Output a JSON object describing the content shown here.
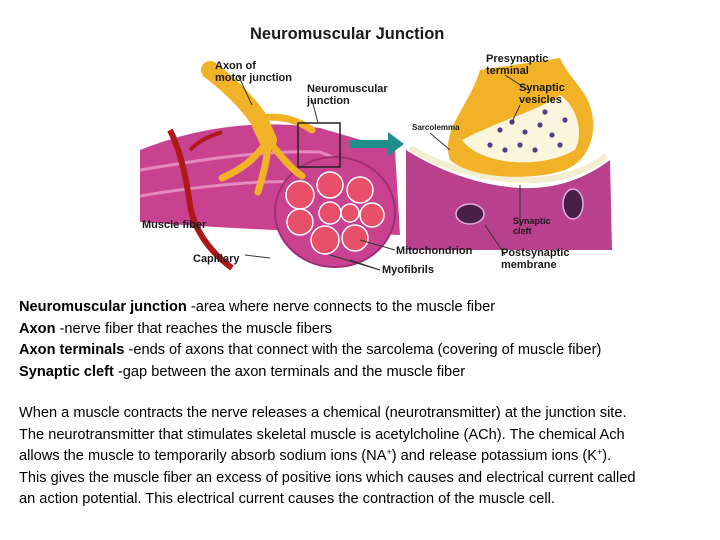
{
  "diagram": {
    "title": "Neuromuscular Junction",
    "labels": {
      "axon_motor_junction_1": "Axon of",
      "axon_motor_junction_2": "motor junction",
      "neuromuscular_junction_1": "Neuromuscular",
      "neuromuscular_junction_2": "junction",
      "presynaptic_terminal_1": "Presynaptic",
      "presynaptic_terminal_2": "terminal",
      "synaptic_vesicles_1": "Synaptic",
      "synaptic_vesicles_2": "vesicles",
      "sarcolemma": "Sarcolemma",
      "synaptic_cleft_1": "Synaptic",
      "synaptic_cleft_2": "cleft",
      "muscle_fiber": "Muscle fiber",
      "capillary": "Capillary",
      "mitochondrion": "Mitochondrion",
      "postsynaptic_membrane_1": "Postsynaptic",
      "postsynaptic_membrane_2": "membrane",
      "myofibrils": "Myofibrils"
    }
  },
  "definitions": [
    {
      "term": "Neuromuscular junction",
      "text": " -area where nerve connects to the muscle fiber"
    },
    {
      "term": "Axon",
      "text": " -nerve fiber that reaches the muscle fibers"
    },
    {
      "term": "Axon terminals",
      "text": " -ends of axons that connect with the sarcolema (covering of muscle fiber)"
    },
    {
      "term": "Synaptic cleft",
      "text": " -gap between the axon terminals and the muscle fiber"
    }
  ],
  "paragraph": {
    "line1": "When a muscle contracts the nerve releases a chemical (neurotransmitter) at the junction site.",
    "line2": "The neurotransmitter that stimulates skeletal muscle is acetylcholine (ACh).   The chemical Ach",
    "line3a": "allows the muscle to temporarily absorb sodium ions (NA",
    "line3_sup1": "+",
    "line3b": ") and release potassium ions (K",
    "line3_sup2": "+",
    "line3c": ").",
    "line4": "This gives the muscle fiber an excess of positive ions which causes and electrical current called",
    "line5": "an action potential.  This electrical current causes the contraction of the muscle cell."
  },
  "colors": {
    "nerve": "#f2b227",
    "muscle": "#c8428f",
    "myofibril": "#e8506a",
    "capillary": "#b01818",
    "arrow": "#1e8f8c",
    "cleft": "#f3eed0"
  }
}
